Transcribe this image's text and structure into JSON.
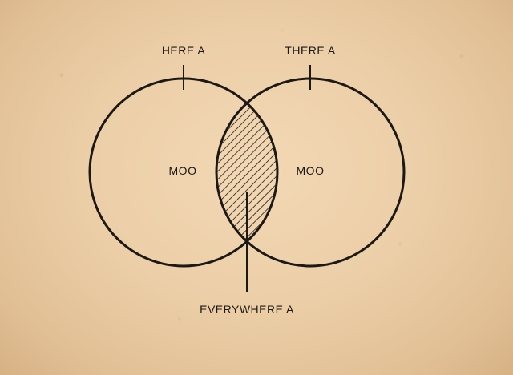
{
  "labels": {
    "here": "HERE A",
    "there": "THERE A",
    "left_set": "MOO",
    "right_set": "MOO",
    "intersection": "EVERYWHERE A"
  },
  "colors": {
    "background": "#eccfa8",
    "ink": "#1c1814"
  }
}
